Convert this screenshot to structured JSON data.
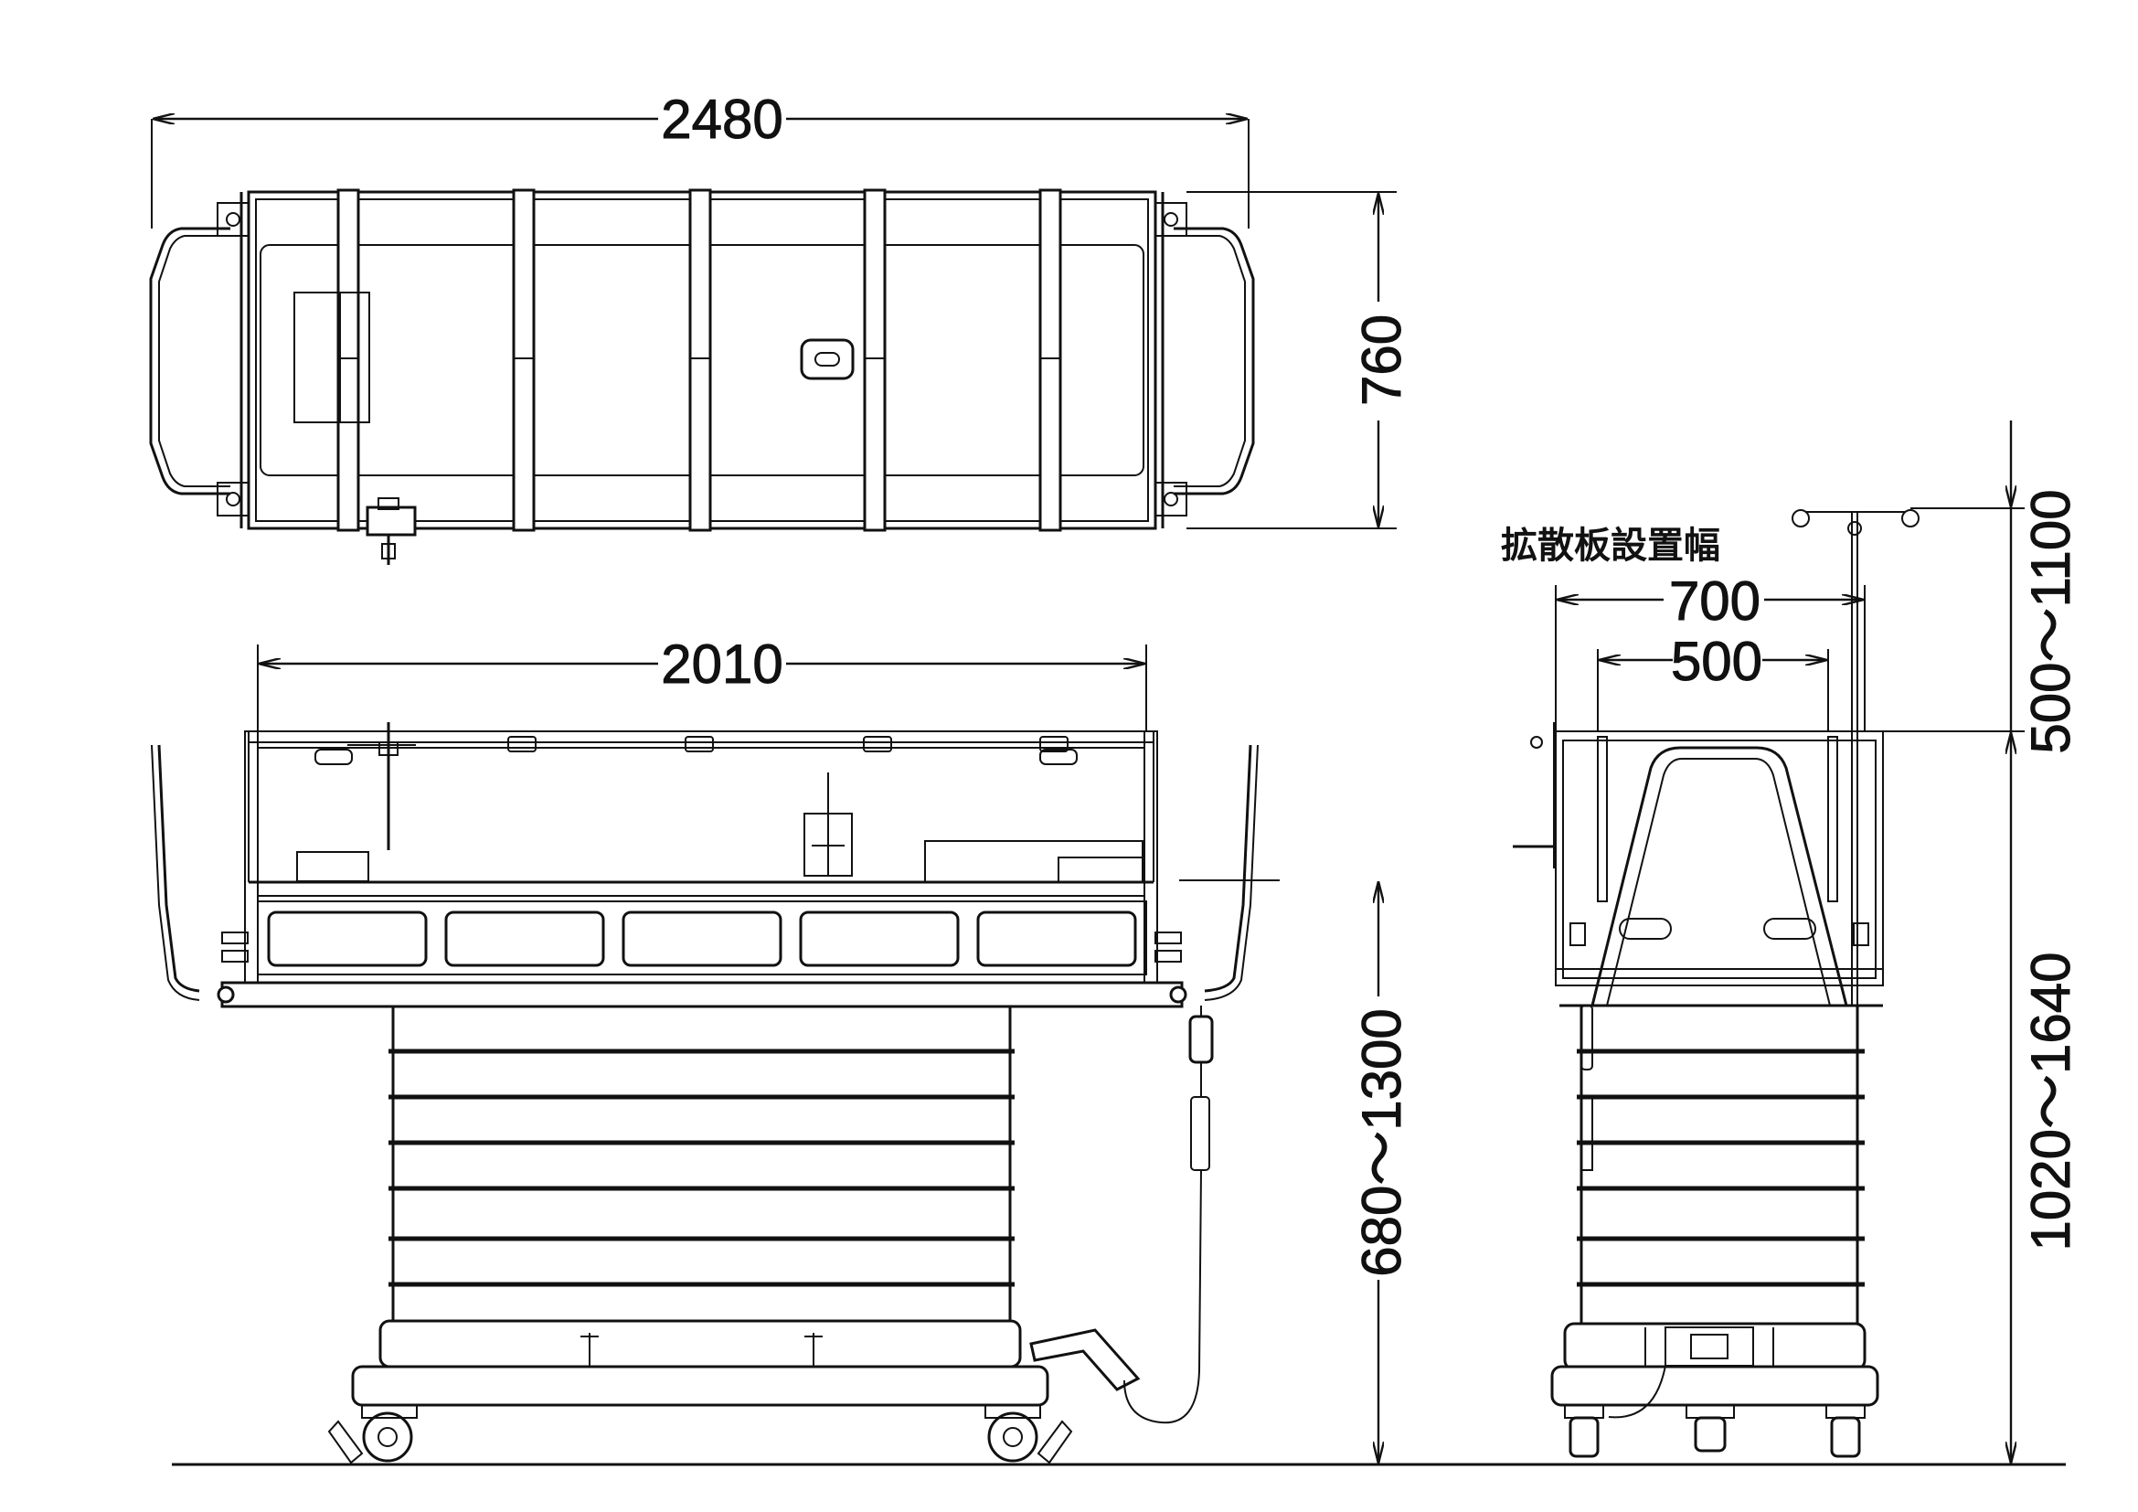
{
  "top_view": {
    "overall_length": "2480",
    "width": "760"
  },
  "side_view": {
    "bed_length": "2010",
    "height_range": "680～1300"
  },
  "end_view": {
    "diffuser_label": "拡散板設置幅",
    "diffuser_width_outer": "700",
    "diffuser_width_inner": "500",
    "pole_height_range": "500～1100",
    "total_height_range": "1020～1640"
  }
}
